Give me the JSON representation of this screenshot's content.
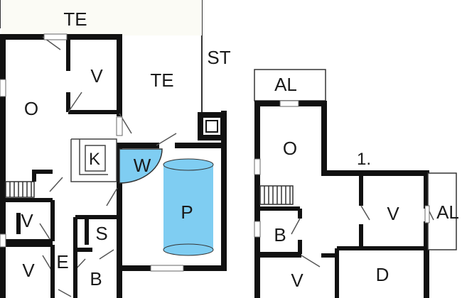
{
  "plan": {
    "ground_floor": {
      "rooms": {
        "terrace_top": "TE",
        "terrace_main": "TE",
        "living": "O",
        "bedroom_upper": "V",
        "kitchen": "K",
        "wc": "W",
        "pool": "P",
        "bedroom_left_mid": "V",
        "sauna": "S",
        "bedroom_left_low": "V",
        "entrance": "E",
        "bath": "B"
      },
      "label_street": "ST"
    },
    "upper_floor": {
      "floor_label": "1.",
      "rooms": {
        "balcony_top": "AL",
        "living": "O",
        "bath": "B",
        "bedroom_right": "V",
        "balcony_right": "AL",
        "bedroom_low": "V",
        "room_d": "D"
      }
    },
    "colors": {
      "wall": "#111111",
      "water": "#7fcdf2",
      "background": "#ffffff",
      "terrace_fill": "#fbfbf5",
      "line": "#333333"
    }
  }
}
